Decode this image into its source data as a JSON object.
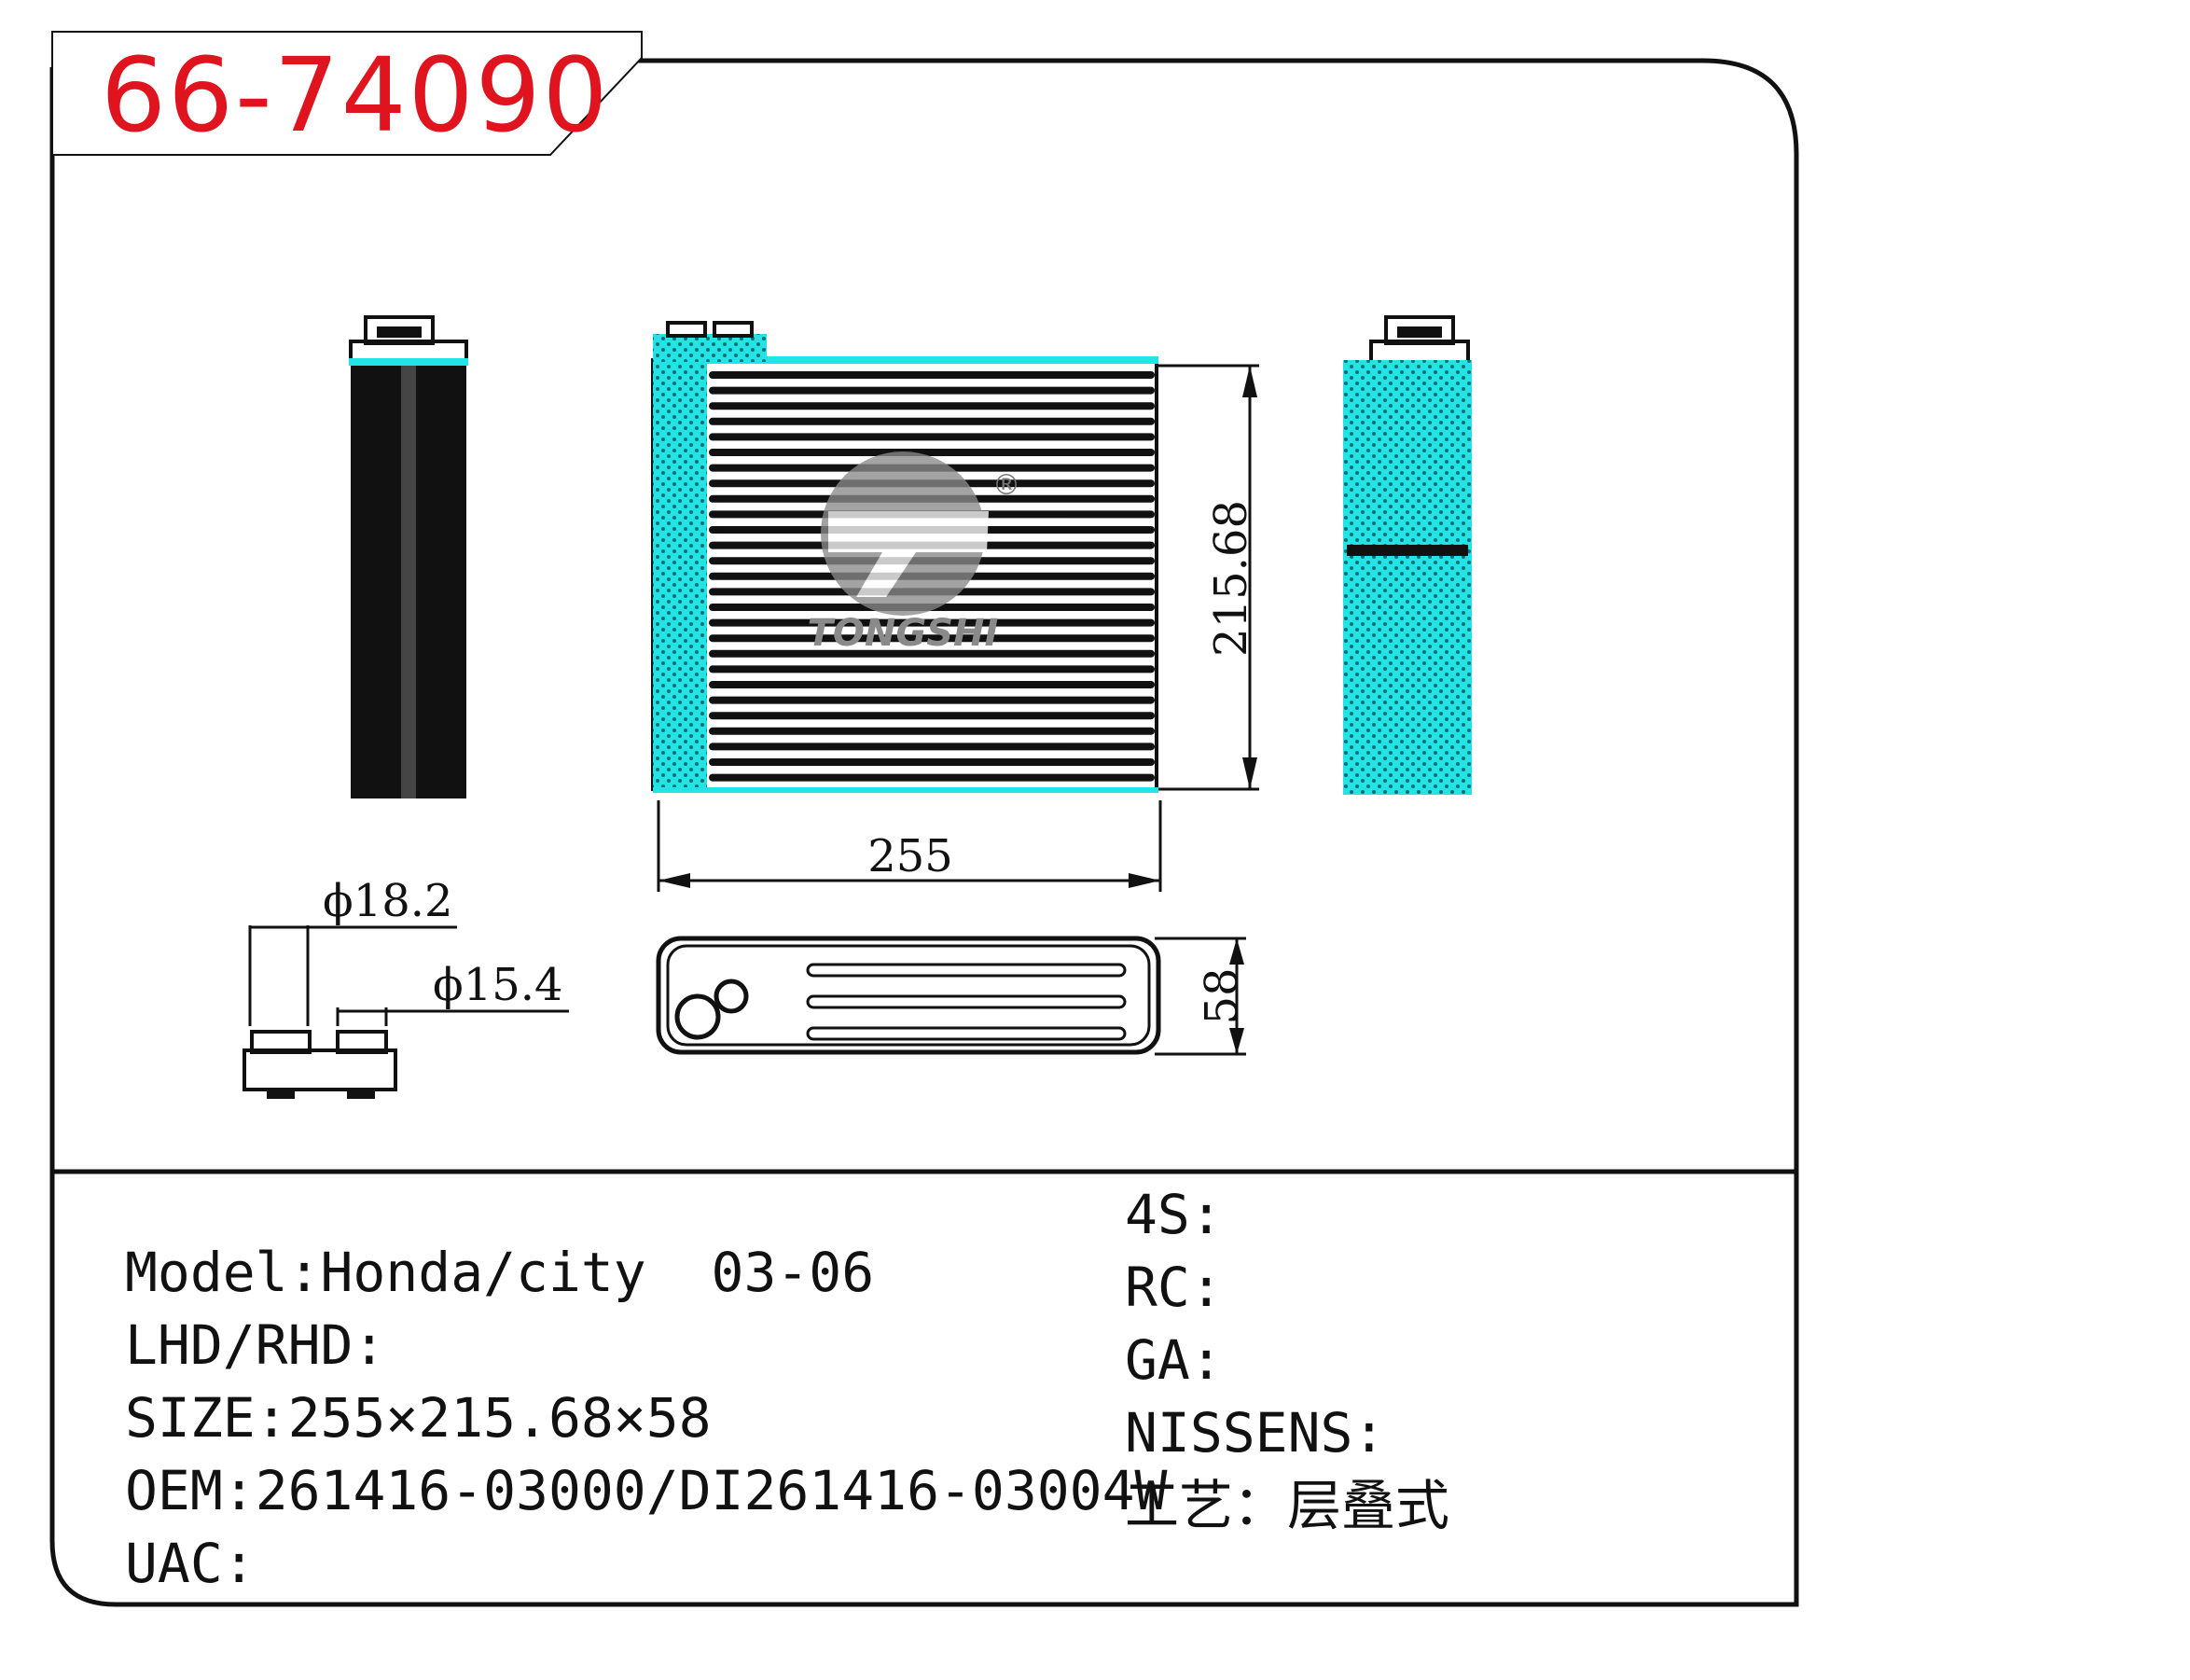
{
  "part_number": "66-74090",
  "colors": {
    "part_number": "#e0141e",
    "highlight": "#22e3e6",
    "line": "#111111"
  },
  "drawing": {
    "dimension_width": "255",
    "dimension_height": "215.68",
    "dimension_depth": "58",
    "pipe_diameter_large": "ϕ18.2",
    "pipe_diameter_small": "ϕ15.4",
    "logo_text": "TONGSHI",
    "logo_mark": "®"
  },
  "specs_left": [
    {
      "label": "Model:",
      "value": "Honda/city  03-06"
    },
    {
      "label": "LHD/RHD:",
      "value": ""
    },
    {
      "label": "SIZE:",
      "value": "255×215.68×58"
    },
    {
      "label": "OEM:",
      "value": "261416-03000/DI261416-03004W"
    },
    {
      "label": "UAC:",
      "value": ""
    }
  ],
  "specs_right": [
    {
      "label": "4S:",
      "value": ""
    },
    {
      "label": "RC:",
      "value": ""
    },
    {
      "label": "GA:",
      "value": ""
    },
    {
      "label": "NISSENS:",
      "value": ""
    },
    {
      "label": "工艺：",
      "value": "层叠式"
    }
  ]
}
